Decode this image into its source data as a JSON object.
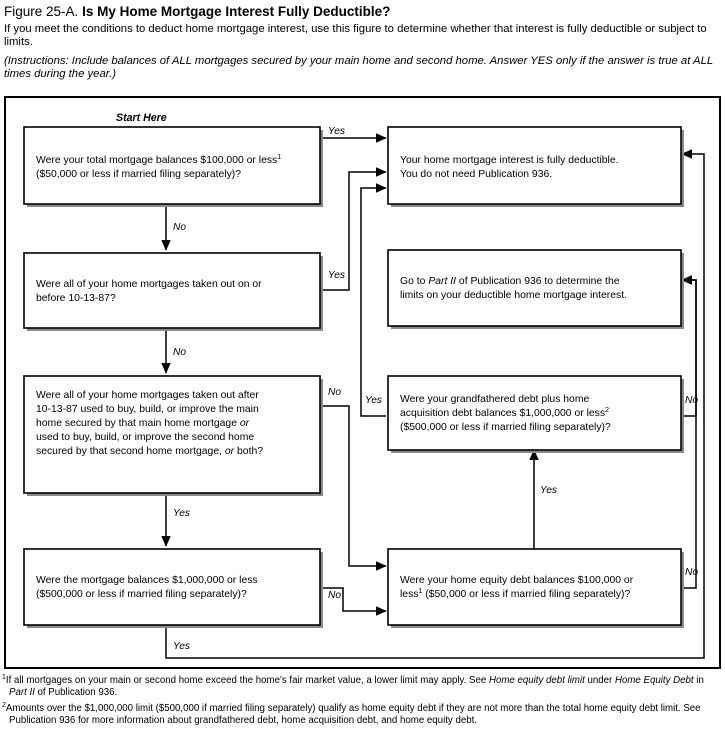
{
  "header": {
    "figure_label": "Figure 25-A.",
    "title": "Is My Home Mortgage Interest Fully Deductible?",
    "intro": "If you meet the conditions to deduct home mortgage interest, use this figure to determine whether that interest is fully deductible or subject to limits.",
    "instructions": "(Instructions: Include balances of ALL mortgages secured by your main home and second home. Answer YES only if the answer is true at ALL times during the year.)"
  },
  "chart_data": {
    "type": "diagram",
    "title": "Is My Home Mortgage Interest Fully Deductible?",
    "start_label": "Start Here",
    "nodes": [
      {
        "id": "q1",
        "kind": "decision",
        "lines": [
          "Were your total mortgage balances $100,000 or less¹",
          "($50,000 or less if married filing separately)?"
        ]
      },
      {
        "id": "q2",
        "kind": "decision",
        "lines": [
          "Were all of your home mortgages taken out on or",
          "before 10-13-87?"
        ]
      },
      {
        "id": "q3",
        "kind": "decision",
        "lines": [
          "Were all of your home mortgages taken out after",
          "10-13-87 used to buy, build, or improve the main",
          "home secured by that main home mortgage or",
          "used to buy, build, or improve the second home",
          "secured by that second home mortgage, or both?"
        ]
      },
      {
        "id": "q4",
        "kind": "decision",
        "lines": [
          "Were the mortgage balances $1,000,000 or less",
          "($500,000 or less if married filing separately)?"
        ]
      },
      {
        "id": "q5",
        "kind": "decision",
        "lines": [
          "Were your grandfathered debt plus home",
          "acquisition debt balances $1,000,000 or less²",
          "($500,000 or less if married filing separately)?"
        ]
      },
      {
        "id": "q6",
        "kind": "decision",
        "lines": [
          "Were your home equity debt balances $100,000 or",
          "less¹ ($50,000 or less if married filing separately)?"
        ]
      },
      {
        "id": "r1",
        "kind": "result",
        "lines": [
          "Your home mortgage interest is fully deductible.",
          "You do not need Publication 936."
        ]
      },
      {
        "id": "r2",
        "kind": "result",
        "lines": [
          "Go to Part II of Publication 936 to determine the",
          "limits on your deductible home mortgage interest."
        ]
      }
    ],
    "edges": [
      {
        "from": "q1",
        "to": "r1",
        "label": "Yes"
      },
      {
        "from": "q1",
        "to": "q2",
        "label": "No"
      },
      {
        "from": "q2",
        "to": "r1",
        "label": "Yes"
      },
      {
        "from": "q2",
        "to": "q3",
        "label": "No"
      },
      {
        "from": "q3",
        "to": "q6",
        "label": "No"
      },
      {
        "from": "q3",
        "to": "q4",
        "label": "Yes"
      },
      {
        "from": "q4",
        "to": "q6",
        "label": "No"
      },
      {
        "from": "q4",
        "to": "q6",
        "label": "Yes"
      },
      {
        "from": "q5",
        "to": "r1",
        "label": "Yes"
      },
      {
        "from": "q5",
        "to": "r2",
        "label": "No"
      },
      {
        "from": "q6",
        "to": "q5",
        "label": "Yes"
      },
      {
        "from": "q6",
        "to": "r2",
        "label": "No"
      }
    ],
    "edge_labels": {
      "q1_yes": "Yes",
      "q1_no": "No",
      "q2_yes": "Yes",
      "q2_no": "No",
      "q3_no": "No",
      "q3_yes": "Yes",
      "q4_no": "No",
      "q4_yes": "Yes",
      "q5_yes": "Yes",
      "q5_no": "No",
      "q6_yes": "Yes",
      "q6_no": "No"
    }
  },
  "box_text": {
    "q1_l1_a": "Were your total mortgage balances $100,000 or less",
    "q1_l1_sup": "1",
    "q1_l2": "($50,000 or less if married filing separately)?",
    "q2_l1": "Were all of your home mortgages taken out on or",
    "q2_l2": "before 10-13-87?",
    "q3_l1": "Were all of your home mortgages taken out after",
    "q3_l2": "10-13-87 used to buy, build, or improve the main",
    "q3_l3_a": "home secured by that main home mortgage ",
    "q3_l3_it": "or",
    "q3_l4": "used to buy, build, or improve the second home",
    "q3_l5_a": "secured by that second home mortgage, ",
    "q3_l5_it": "or",
    "q3_l5_b": " both?",
    "q4_l1": "Were the mortgage balances $1,000,000 or less",
    "q4_l2": "($500,000 or less if married filing separately)?",
    "q5_l1": "Were your grandfathered debt plus home",
    "q5_l2_a": "acquisition debt balances $1,000,000 or less",
    "q5_l2_sup": "2",
    "q5_l3": "($500,000 or less if married filing separately)?",
    "q6_l1": "Were your home equity debt balances $100,000 or",
    "q6_l2_a": "less",
    "q6_l2_sup": "1",
    "q6_l2_b": " ($50,000 or less if married filing separately)?",
    "r1_l1": "Your home mortgage interest is fully deductible.",
    "r1_l2": "You do not need Publication 936.",
    "r2_l1_a": "Go to ",
    "r2_l1_it": "Part II",
    "r2_l1_b": " of Publication 936 to determine the",
    "r2_l2": "limits on your deductible home mortgage interest."
  },
  "footnotes": {
    "n1_mark": "1",
    "n1_a": "If all mortgages on your main or second home exceed the home's fair market value, a lower limit may apply. See ",
    "n1_it1": "Home equity debt limit",
    "n1_b": " under ",
    "n1_it2": "Home Equity Debt",
    "n1_c": " in ",
    "n1_it3": "Part II",
    "n1_d": " of Publication 936.",
    "n2_mark": "2",
    "n2_a": "Amounts over the $1,000,000 limit ($500,000 if married filing separately) qualify as home equity debt if they are not more than the total home equity debt limit. See Publication 936 for more information about grandfathered debt, home acquisition debt, and home equity debt."
  }
}
